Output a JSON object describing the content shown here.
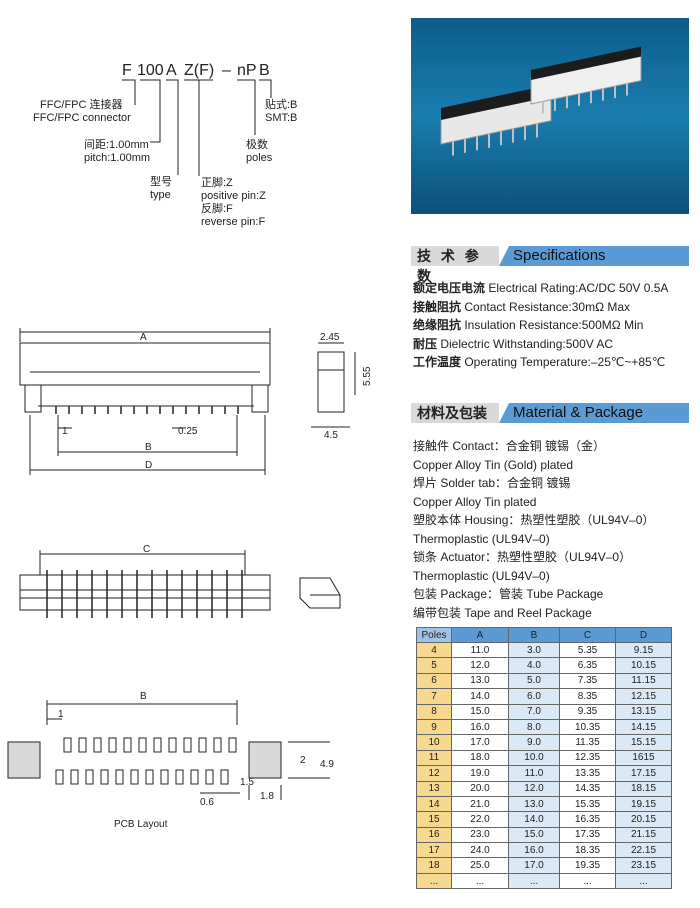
{
  "code": {
    "f": "F",
    "num": "100",
    "a": "A",
    "z": "Z(F)",
    "dash": "–",
    "n": "nP",
    "b": "B"
  },
  "legend": {
    "conn_cn": "FFC/FPC 连接器",
    "conn_en": "FFC/FPC connector",
    "pitch_cn": "间距:1.00mm",
    "pitch_en": "pitch:1.00mm",
    "type_cn": "型号",
    "type_en": "type",
    "pos_cn": "正脚:Z",
    "pos_en": "positive pin:Z",
    "rev_cn": "反脚:F",
    "rev_en": "reverse pin:F",
    "poles_cn": "极数",
    "poles_en": "poles",
    "smt_cn": "贴式:B",
    "smt_en": "SMT:B"
  },
  "dims": {
    "A": "A",
    "B": "B",
    "C": "C",
    "D": "D",
    "d1": "1",
    "d025": "0.25",
    "d245": "2.45",
    "d555": "5.55",
    "d45": "4.5",
    "d06": "0.6",
    "d18": "1.8",
    "d2": "2",
    "d49": "4.9",
    "d15": "1.5",
    "pcb": "PCB Layout"
  },
  "specs_header": {
    "cn": "技 术 参 数",
    "en": "Specifications"
  },
  "specs": [
    {
      "cn": "额定电压电流",
      "en": " Electrical Rating:AC/DC 50V 0.5A"
    },
    {
      "cn": "接触阻抗",
      "en": " Contact Resistance:30mΩ Max"
    },
    {
      "cn": "绝缘阻抗",
      "en": " Insulation Resistance:500MΩ Min"
    },
    {
      "cn": "耐压",
      "en": " Dielectric Withstanding:500V AC"
    },
    {
      "cn": "工作温度",
      "en": " Operating Temperature:–25℃~+85℃"
    }
  ],
  "material_header": {
    "cn": "材料及包装",
    "en": "Material & Package"
  },
  "material": [
    "接触件 Contact：合金铜 镀锡（金）",
    "Copper Alloy Tin (Gold) plated",
    "焊片 Solder tab：合金铜 镀锡",
    "Copper Alloy Tin plated",
    "塑胶本体 Housing：热塑性塑胶（UL94V–0）",
    "Thermoplastic (UL94V–0)",
    "锁条 Actuator：热塑性塑胶（UL94V–0）",
    "Thermoplastic (UL94V–0)",
    "包装 Package：管装 Tube Package",
    "编带包装 Tape and Reel Package"
  ],
  "table": {
    "headers": [
      "Poles",
      "A",
      "B",
      "C",
      "D"
    ],
    "rows": [
      [
        "4",
        "11.0",
        "3.0",
        "5.35",
        "9.15"
      ],
      [
        "5",
        "12.0",
        "4.0",
        "6.35",
        "10.15"
      ],
      [
        "6",
        "13.0",
        "5.0",
        "7.35",
        "11.15"
      ],
      [
        "7",
        "14.0",
        "6.0",
        "8.35",
        "12.15"
      ],
      [
        "8",
        "15.0",
        "7.0",
        "9.35",
        "13.15"
      ],
      [
        "9",
        "16.0",
        "8.0",
        "10.35",
        "14.15"
      ],
      [
        "10",
        "17.0",
        "9.0",
        "11.35",
        "15.15"
      ],
      [
        "11",
        "18.0",
        "10.0",
        "12.35",
        "1615"
      ],
      [
        "12",
        "19.0",
        "11.0",
        "13.35",
        "17.15"
      ],
      [
        "13",
        "20.0",
        "12.0",
        "14.35",
        "18.15"
      ],
      [
        "14",
        "21.0",
        "13.0",
        "15.35",
        "19.15"
      ],
      [
        "15",
        "22.0",
        "14.0",
        "16.35",
        "20.15"
      ],
      [
        "16",
        "23.0",
        "15.0",
        "17.35",
        "21.15"
      ],
      [
        "17",
        "24.0",
        "16.0",
        "18.35",
        "22.15"
      ],
      [
        "18",
        "25.0",
        "17.0",
        "19.35",
        "23.15"
      ],
      [
        "...",
        "...",
        "...",
        "...",
        "..."
      ]
    ]
  }
}
